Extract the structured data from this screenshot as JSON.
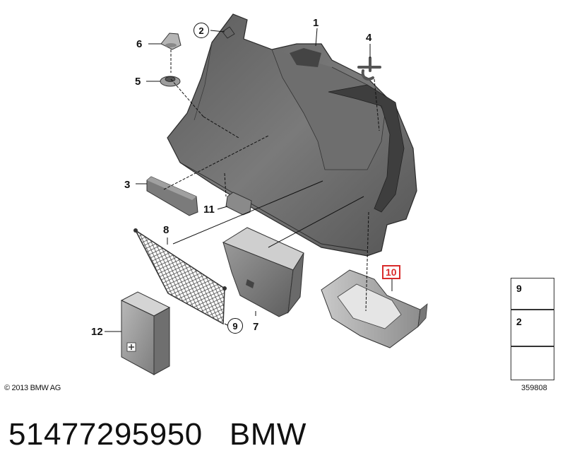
{
  "callouts": {
    "c1": "1",
    "c2": "2",
    "c3": "3",
    "c4": "4",
    "c5": "5",
    "c6": "6",
    "c7": "7",
    "c8": "8",
    "c9": "9",
    "c10": "10",
    "c11": "11",
    "c12": "12"
  },
  "legend": {
    "item_a": "9",
    "item_b": "2"
  },
  "footer": {
    "copyright": "© 2013 BMW AG",
    "diagram_id": "359808"
  },
  "caption": {
    "part_number": "51477295950",
    "brand": "BMW"
  },
  "colors": {
    "panel_dark": "#4a4a4a",
    "panel_mid": "#6b6b6b",
    "panel_light": "#8a8a8a",
    "highlight_red": "#d92b2b"
  }
}
